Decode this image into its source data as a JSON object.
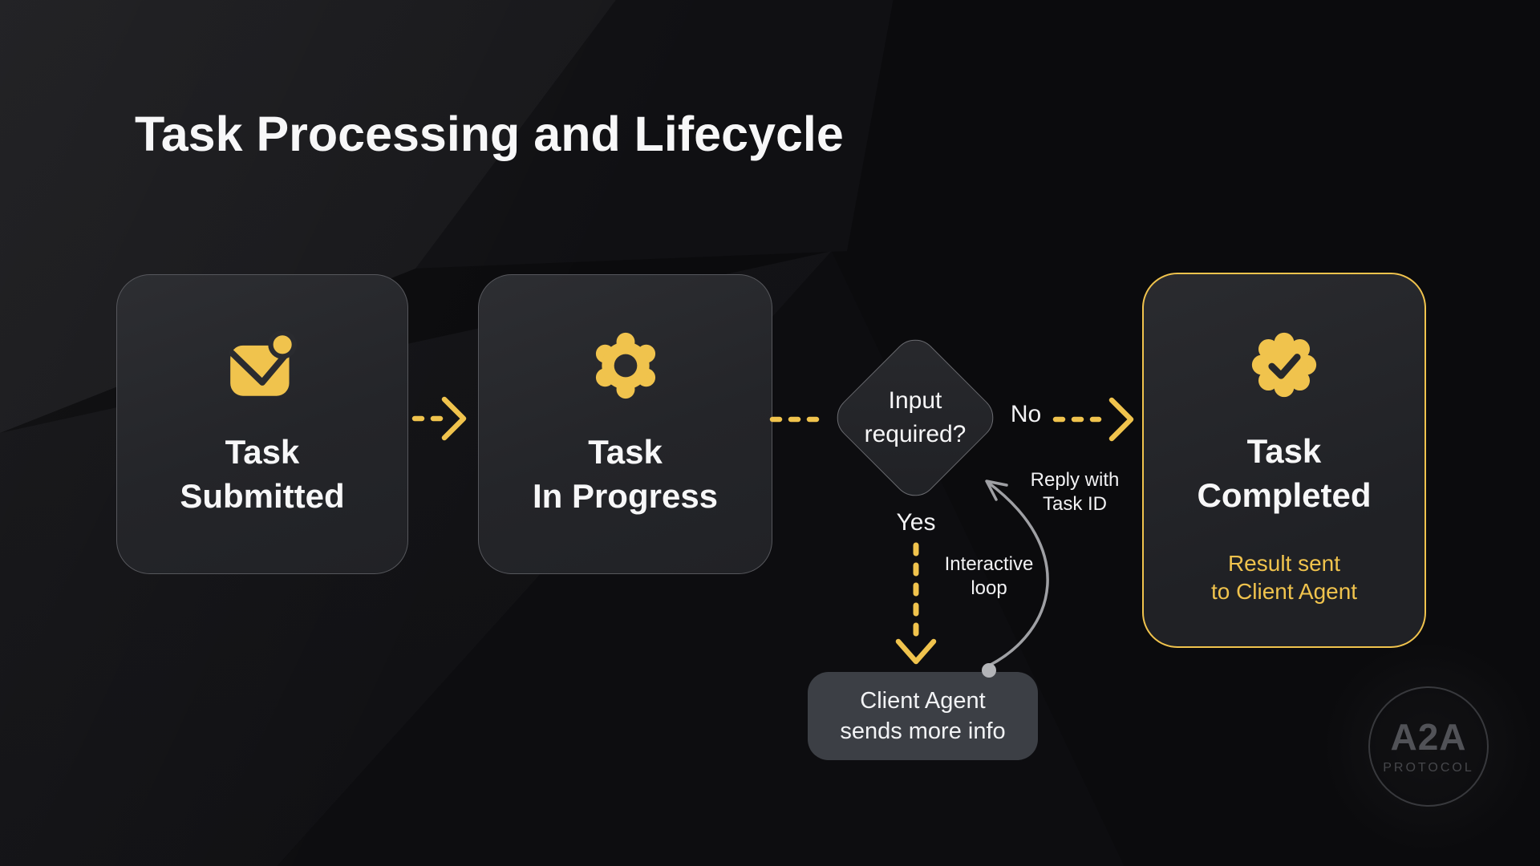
{
  "title": "Task Processing and Lifecycle",
  "colors": {
    "accent": "#F0C34D",
    "canvas_bg": "#0B0B0D",
    "node_fill": "#26272B",
    "node_border": "#56575C",
    "diamond_border": "#6A6B70",
    "client_fill": "#3C3F45",
    "curve_gray": "#9FA0A4",
    "text_primary": "#F7F7F8",
    "logo_gray": "#515257"
  },
  "nodes": {
    "submitted": {
      "icon": "mail-notification-icon",
      "lines": [
        "Task",
        "Submitted"
      ]
    },
    "in_progress": {
      "icon": "gear-icon",
      "lines": [
        "Task",
        "In Progress"
      ]
    },
    "decision": {
      "lines": [
        "Input",
        "required?"
      ]
    },
    "completed": {
      "icon": "badge-check-icon",
      "lines": [
        "Task",
        "Completed"
      ],
      "subtitle_lines": [
        "Result sent",
        "to Client Agent"
      ]
    },
    "client_agent": {
      "lines": [
        "Client Agent",
        "sends more info"
      ]
    }
  },
  "edge_labels": {
    "no": "No",
    "yes": "Yes",
    "reply_lines": [
      "Reply with",
      "Task ID"
    ],
    "loop_lines": [
      "Interactive",
      "loop"
    ]
  },
  "logo": {
    "text": "A2A",
    "subtext": "PROTOCOL"
  }
}
